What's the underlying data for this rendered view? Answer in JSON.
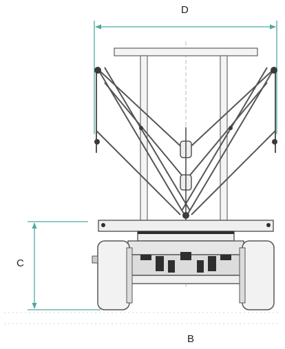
{
  "dimensions": {
    "width_label": "D",
    "height_label": "C",
    "bottom_label": "B"
  },
  "colors": {
    "dimension_line": "#4fa9a1",
    "structure": "#6b6b6b",
    "dark": "#2e2e2e",
    "light_fill": "#e9e9e9"
  }
}
